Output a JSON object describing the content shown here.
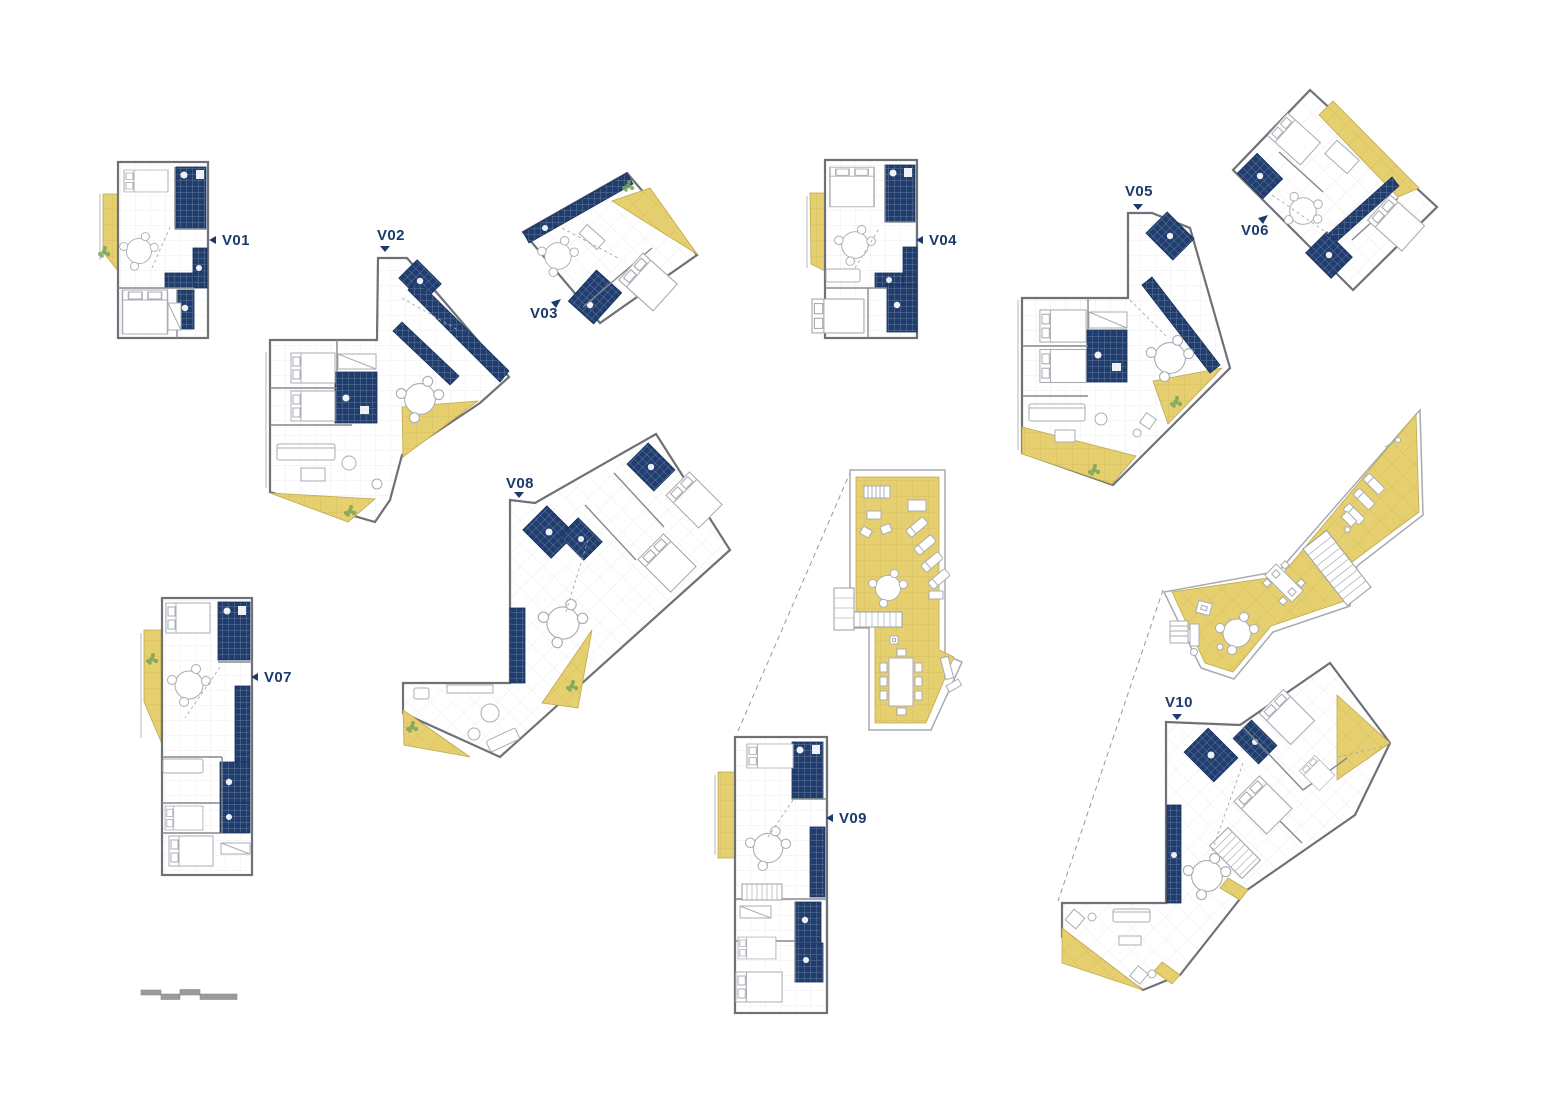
{
  "units": [
    {
      "id": "v01",
      "label": "V01",
      "marker_direction": "left"
    },
    {
      "id": "v02",
      "label": "V02",
      "marker_direction": "down"
    },
    {
      "id": "v03",
      "label": "V03",
      "marker_direction": "up-right"
    },
    {
      "id": "v04",
      "label": "V04",
      "marker_direction": "left"
    },
    {
      "id": "v05",
      "label": "V05",
      "marker_direction": "down"
    },
    {
      "id": "v06",
      "label": "V06",
      "marker_direction": "up-right"
    },
    {
      "id": "v07",
      "label": "V07",
      "marker_direction": "left"
    },
    {
      "id": "v08",
      "label": "V08",
      "marker_direction": "down"
    },
    {
      "id": "v09",
      "label": "V09",
      "marker_direction": "left"
    },
    {
      "id": "v10",
      "label": "V10",
      "marker_direction": "down"
    }
  ],
  "colors": {
    "wet_area_navy": "#1f3d6f",
    "terrace_yellow": "#e6cf6f",
    "wall_gray": "#6e7176",
    "furniture_gray": "#a9adb3",
    "label_navy": "#1c3a6b",
    "scale_bar_gray": "#9b9b9f",
    "plant_green": "#79a45c",
    "floor_grid": "#ededf1"
  },
  "scale_bar": {
    "type": "stepped-graphic-scale",
    "segments": 4
  }
}
